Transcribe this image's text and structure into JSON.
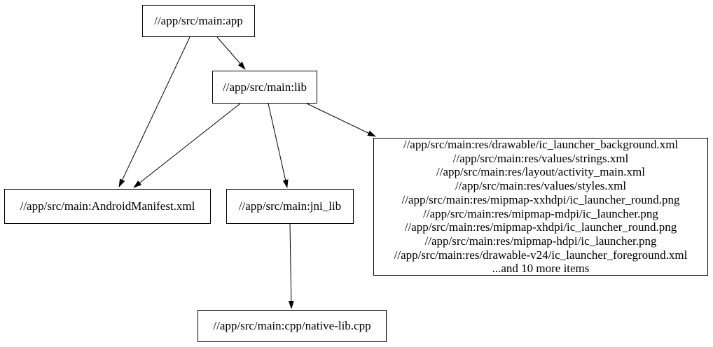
{
  "diagram": {
    "type": "dependency-graph",
    "background_color": "#ffffff",
    "node_fill_color": "#ffffff",
    "node_border_color": "#000000",
    "text_color": "#000000",
    "edge_color": "#000000",
    "nodes": {
      "app": {
        "label": "//app/src/main:app"
      },
      "lib": {
        "label": "//app/src/main:lib"
      },
      "manifest": {
        "label": "//app/src/main:AndroidManifest.xml"
      },
      "jni_lib": {
        "label": "//app/src/main:jni_lib"
      },
      "res": {
        "lines": [
          "//app/src/main:res/drawable/ic_launcher_background.xml",
          "//app/src/main:res/values/strings.xml",
          "//app/src/main:res/layout/activity_main.xml",
          "//app/src/main:res/values/styles.xml",
          "//app/src/main:res/mipmap-xxhdpi/ic_launcher_round.png",
          "//app/src/main:res/mipmap-mdpi/ic_launcher.png",
          "//app/src/main:res/mipmap-xhdpi/ic_launcher_round.png",
          "//app/src/main:res/mipmap-hdpi/ic_launcher.png",
          "//app/src/main:res/drawable-v24/ic_launcher_foreground.xml",
          "...and 10 more items"
        ]
      },
      "native_lib": {
        "label": "//app/src/main:cpp/native-lib.cpp"
      }
    },
    "edges": [
      {
        "from": "//app/src/main:app",
        "to": "//app/src/main:AndroidManifest.xml"
      },
      {
        "from": "//app/src/main:app",
        "to": "//app/src/main:lib"
      },
      {
        "from": "//app/src/main:lib",
        "to": "//app/src/main:AndroidManifest.xml"
      },
      {
        "from": "//app/src/main:lib",
        "to": "//app/src/main:jni_lib"
      },
      {
        "from": "//app/src/main:lib",
        "to": "res-files-group"
      },
      {
        "from": "//app/src/main:jni_lib",
        "to": "//app/src/main:cpp/native-lib.cpp"
      }
    ]
  }
}
